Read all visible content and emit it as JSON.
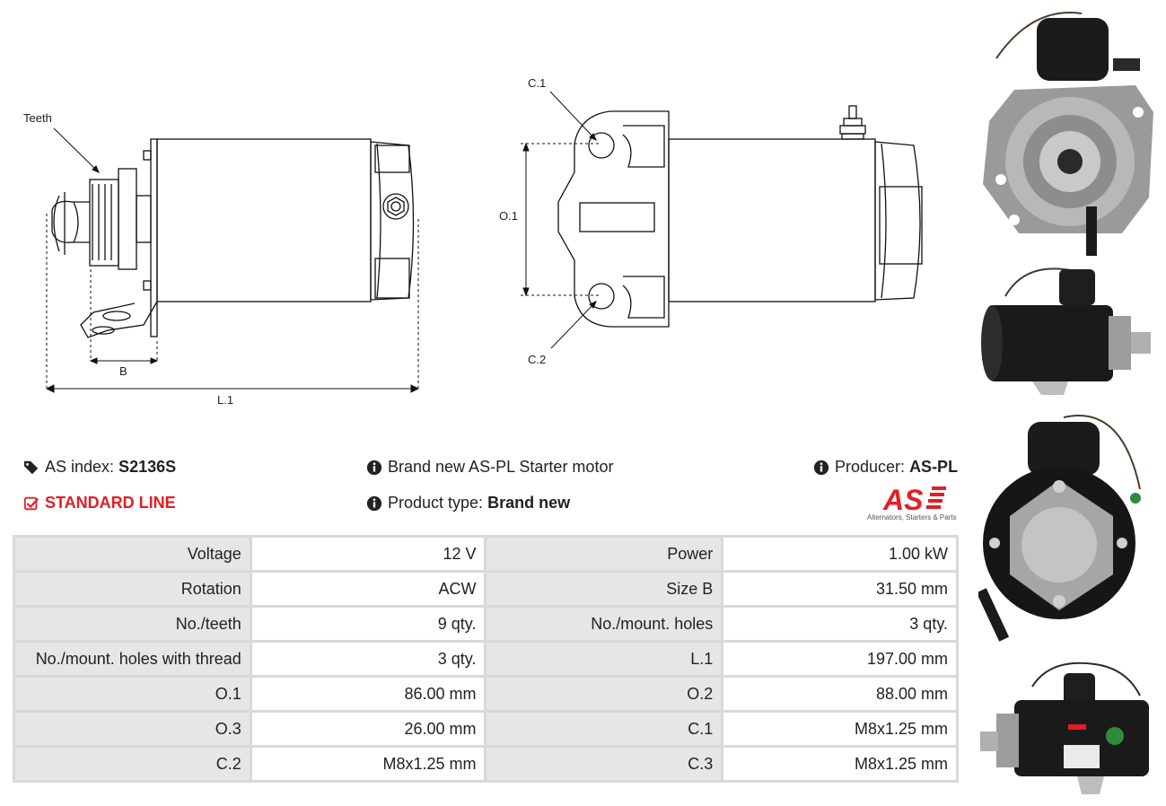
{
  "drawing_labels": {
    "teeth": "Teeth",
    "b": "B",
    "l1": "L.1",
    "c1": "C.1",
    "c2": "C.2",
    "o1": "O.1"
  },
  "info": {
    "as_index_label": "AS index:",
    "as_index_value": "S2136S",
    "line": "STANDARD LINE",
    "description": "Brand new AS-PL Starter motor",
    "product_type_label": "Product type:",
    "product_type_value": "Brand new",
    "producer_label": "Producer:",
    "producer_value": "AS-PL"
  },
  "logo": {
    "text": "AS",
    "tagline": "Alternators, Starters & Parts"
  },
  "specs": [
    {
      "k1": "Voltage",
      "v1": "12 V",
      "k2": "Power",
      "v2": "1.00 kW"
    },
    {
      "k1": "Rotation",
      "v1": "ACW",
      "k2": "Size B",
      "v2": "31.50 mm"
    },
    {
      "k1": "No./teeth",
      "v1": "9 qty.",
      "k2": "No./mount. holes",
      "v2": "3 qty."
    },
    {
      "k1": "No./mount. holes with thread",
      "v1": "3 qty.",
      "k2": "L.1",
      "v2": "197.00 mm"
    },
    {
      "k1": "O.1",
      "v1": "86.00 mm",
      "k2": "O.2",
      "v2": "88.00 mm"
    },
    {
      "k1": "O.3",
      "v1": "26.00 mm",
      "k2": "C.1",
      "v2": "M8x1.25 mm"
    },
    {
      "k1": "C.2",
      "v1": "M8x1.25 mm",
      "k2": "C.3",
      "v2": "M8x1.25 mm"
    }
  ],
  "colors": {
    "accent": "#e31e24",
    "table_key_bg": "#e6e6e6",
    "table_border": "#d9d9d9"
  }
}
